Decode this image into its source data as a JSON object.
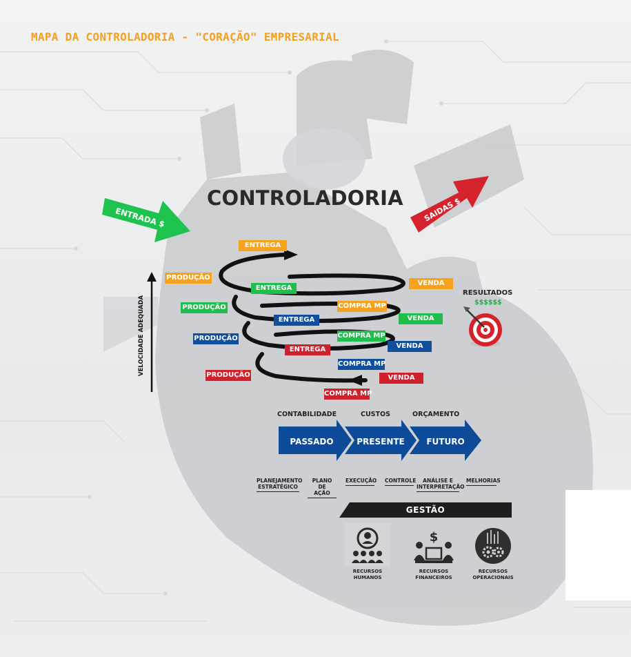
{
  "page_title": "MAPA DA CONTROLADORIA - \"CORAÇÃO\" EMPRESARIAL",
  "main_title": "CONTROLADORIA",
  "arrows": {
    "entrada": "ENTRADA $",
    "saidas": "SAIDAS $"
  },
  "velocity_label": "VELOCIDADE ADEQUADA",
  "results": {
    "title": "RESULTADOS",
    "value": "$$$$$$"
  },
  "spiral_tags": {
    "entrega_top": "ENTREGA",
    "producao_1": "PRODUÇÃO",
    "entrega_1": "ENTREGA",
    "venda_1": "VENDA",
    "producao_2": "PRODUÇÃO",
    "compra_1": "COMPRA MP",
    "entrega_2": "ENTREGA",
    "venda_2": "VENDA",
    "producao_3": "PRODUÇÃO",
    "compra_2": "COMPRA MP",
    "venda_3": "VENDA",
    "entrega_3": "ENTREGA",
    "compra_3": "COMPRA MP",
    "producao_4": "PRODUÇÃO",
    "venda_4": "VENDA",
    "compra_4": "COMPRA MP"
  },
  "timeline": {
    "headers": [
      "CONTABILIDADE",
      "CUSTOS",
      "ORÇAMENTO"
    ],
    "stages": [
      "PASSADO",
      "PRESENTE",
      "FUTURO"
    ]
  },
  "steps": [
    "PLANEJAMENTO\nESTRATÉGICO",
    "PLANO DE\nAÇÃO",
    "EXECUÇÃO",
    "CONTROLE",
    "ANÁLISE E\nINTERPRETAÇÃO",
    "MELHORIAS"
  ],
  "gestao": "GESTÃO",
  "resources": [
    {
      "label": "RECURSOS\nHUMANOS",
      "icon": "people-icon"
    },
    {
      "label": "RECURSOS\nFINANCEIROS",
      "icon": "money-icon"
    },
    {
      "label": "RECURSOS\nOPERACIONAIS",
      "icon": "gears-icon"
    }
  ],
  "colors": {
    "orange": "#f5a21c",
    "green": "#1fbf4d",
    "blue": "#0f4f9e",
    "red": "#d0202b",
    "title": "#f2a121"
  }
}
